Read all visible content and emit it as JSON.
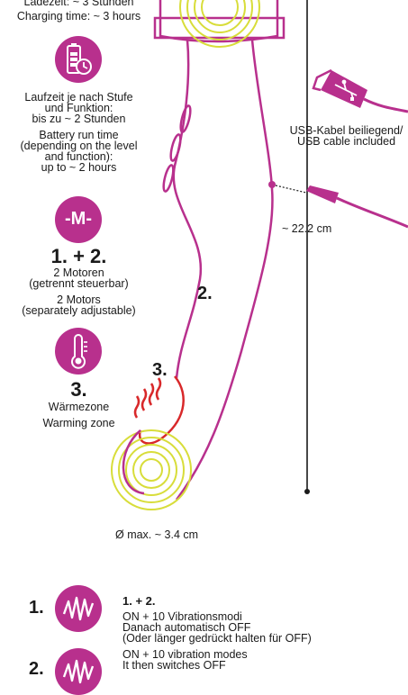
{
  "left_column": {
    "charging_de": "Ladezeit: ~ 3 Stunden",
    "charging_en": "Charging time: ~ 3 hours",
    "runtime_de_1": "Laufzeit je nach Stufe",
    "runtime_de_2": "und Funktion:",
    "runtime_de_3": "bis zu ~ 2 Stunden",
    "runtime_en_1": "Battery run time",
    "runtime_en_2": "(depending on the level",
    "runtime_en_3": "and function):",
    "runtime_en_4": "up to ~ 2 hours",
    "motor_icon_text": "-M-",
    "motors_heading": "1. + 2.",
    "motors_de_1": "2 Motoren",
    "motors_de_2": "(getrennt steuerbar)",
    "motors_en_1": "2 Motors",
    "motors_en_2": "(separately adjustable)",
    "warming_number": "3.",
    "warming_de": "Wärmezone",
    "warming_en": "Warming zone"
  },
  "right_column": {
    "usb_de": "USB-Kabel beiliegend/",
    "usb_en": "USB cable included",
    "length": "~ 22.2 cm",
    "label_2": "2.",
    "label_3": "3.",
    "diameter": "Ø max. ~ 3.4 cm"
  },
  "bottom": {
    "num_1": "1.",
    "num_2": "2.",
    "heading": "1. + 2.",
    "line_1": "ON + 10 Vibrationsmodi",
    "line_2": "Danach automatisch OFF",
    "line_3": "(Oder länger gedrückt halten für OFF)",
    "line_4": "ON + 10 vibration modes",
    "line_5": "It then switches OFF"
  },
  "colors": {
    "magenta": "#b8308d",
    "yellow": "#d8dd3a",
    "red": "#d8282a"
  },
  "icons": [
    "battery-clock-icon",
    "motor-icon",
    "thermometer-icon",
    "vibration-wave-icon",
    "usb-plug-icon",
    "jack-plug-icon"
  ]
}
